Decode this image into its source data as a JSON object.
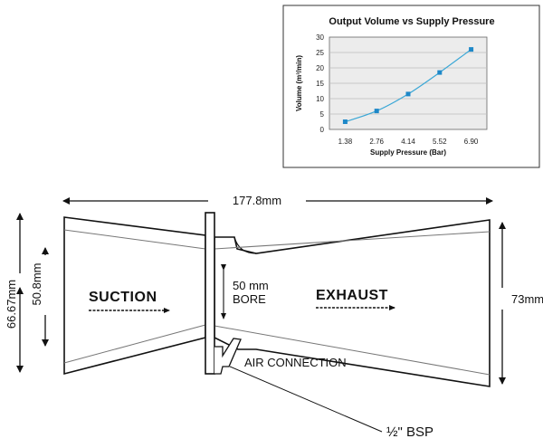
{
  "chart_data": {
    "type": "line",
    "title": "Output Volume vs Supply Pressure",
    "xlabel": "Supply Pressure (Bar)",
    "ylabel": "Volume (m³/min)",
    "categories": [
      "1.38",
      "2.76",
      "4.14",
      "5.52",
      "6.90"
    ],
    "series": [
      {
        "values": [
          2.5,
          6.0,
          11.5,
          18.5,
          26.0
        ]
      }
    ],
    "ylim": [
      0,
      30
    ],
    "yticks": [
      "0",
      "5",
      "10",
      "15",
      "20",
      "25",
      "30"
    ],
    "grid": true,
    "legend": "none",
    "colors": {
      "series": "#3aa7d6",
      "marker": "#1e88c8",
      "plot_background": "#ececec",
      "grid": "#bdbdbd"
    }
  },
  "diagram": {
    "overall_length": "177.8mm",
    "inlet_height": "66.67mm",
    "suction_inner": "50.8mm",
    "exhaust_height": "73mm",
    "bore_value": "50 mm",
    "bore_label": "BORE",
    "suction_label": "SUCTION",
    "exhaust_label": "EXHAUST",
    "air_connection_label": "AIR CONNECTION",
    "bsp_label": "½\" BSP"
  }
}
